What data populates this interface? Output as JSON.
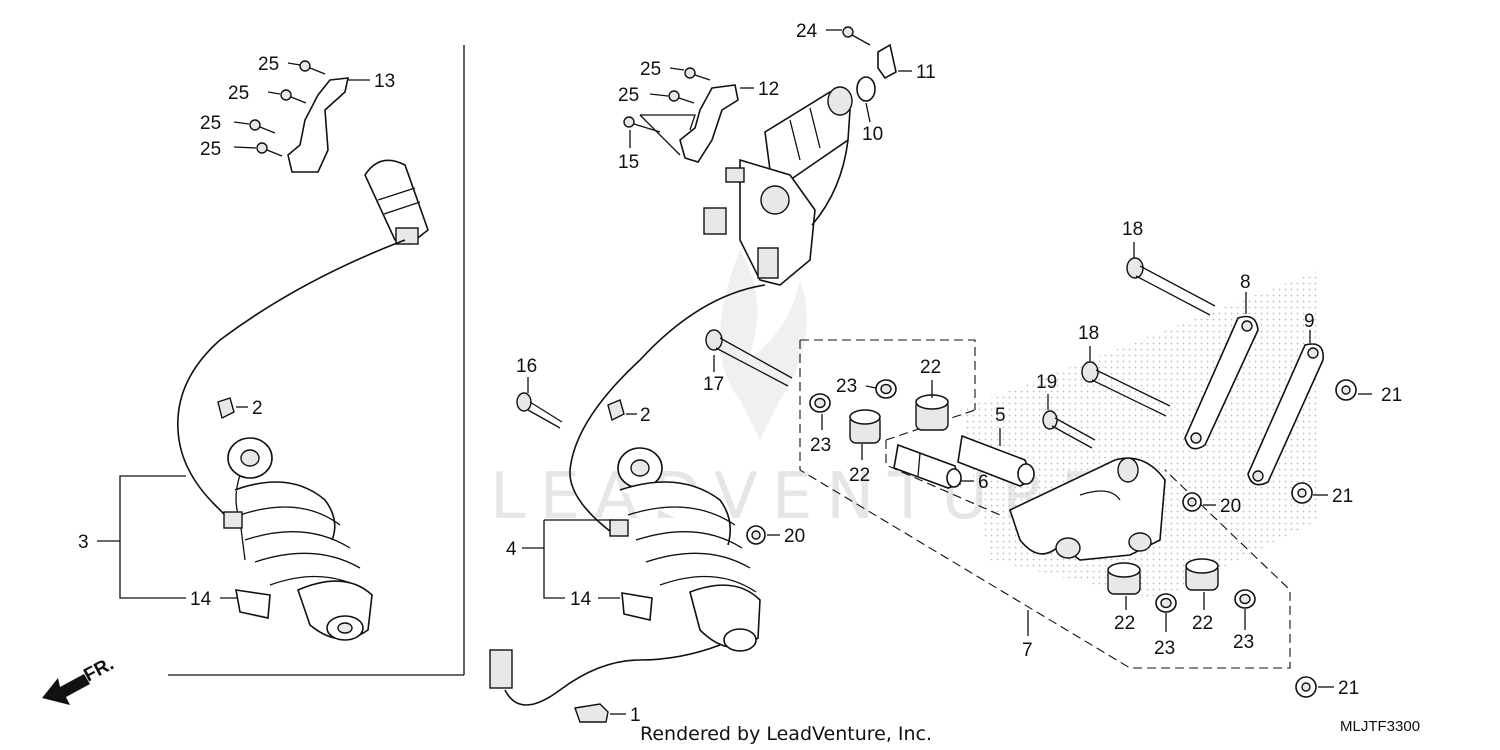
{
  "callouts": [
    {
      "id": "c25a",
      "text": "25"
    },
    {
      "id": "c25b",
      "text": "25"
    },
    {
      "id": "c25c",
      "text": "25"
    },
    {
      "id": "c25d",
      "text": "25"
    },
    {
      "id": "c13",
      "text": "13"
    },
    {
      "id": "c2a",
      "text": "2"
    },
    {
      "id": "c3",
      "text": "3"
    },
    {
      "id": "c14a",
      "text": "14"
    },
    {
      "id": "c24",
      "text": "24"
    },
    {
      "id": "c11",
      "text": "11"
    },
    {
      "id": "c25e",
      "text": "25"
    },
    {
      "id": "c12",
      "text": "12"
    },
    {
      "id": "c25f",
      "text": "25"
    },
    {
      "id": "c10",
      "text": "10"
    },
    {
      "id": "c15",
      "text": "15"
    },
    {
      "id": "c16",
      "text": "16"
    },
    {
      "id": "c17",
      "text": "17"
    },
    {
      "id": "c2b",
      "text": "2"
    },
    {
      "id": "c4",
      "text": "4"
    },
    {
      "id": "c14b",
      "text": "14"
    },
    {
      "id": "c20a",
      "text": "20"
    },
    {
      "id": "c1",
      "text": "1"
    },
    {
      "id": "c23a",
      "text": "23"
    },
    {
      "id": "c22a",
      "text": "22"
    },
    {
      "id": "c23b",
      "text": "23"
    },
    {
      "id": "c22b",
      "text": "22"
    },
    {
      "id": "c5",
      "text": "5"
    },
    {
      "id": "c6",
      "text": "6"
    },
    {
      "id": "c7",
      "text": "7"
    },
    {
      "id": "c18a",
      "text": "18"
    },
    {
      "id": "c8",
      "text": "8"
    },
    {
      "id": "c9",
      "text": "9"
    },
    {
      "id": "c18b",
      "text": "18"
    },
    {
      "id": "c19",
      "text": "19"
    },
    {
      "id": "c21a",
      "text": "21"
    },
    {
      "id": "c20b",
      "text": "20"
    },
    {
      "id": "c21b",
      "text": "21"
    },
    {
      "id": "c22c",
      "text": "22"
    },
    {
      "id": "c23c",
      "text": "23"
    },
    {
      "id": "c22d",
      "text": "22"
    },
    {
      "id": "c23d",
      "text": "23"
    },
    {
      "id": "c21c",
      "text": "21"
    }
  ],
  "front_marker": "FR.",
  "footer_credit": "Rendered by LeadVenture, Inc.",
  "diagram_code": "MLJTF3300",
  "watermark": "LEADVENTURE"
}
